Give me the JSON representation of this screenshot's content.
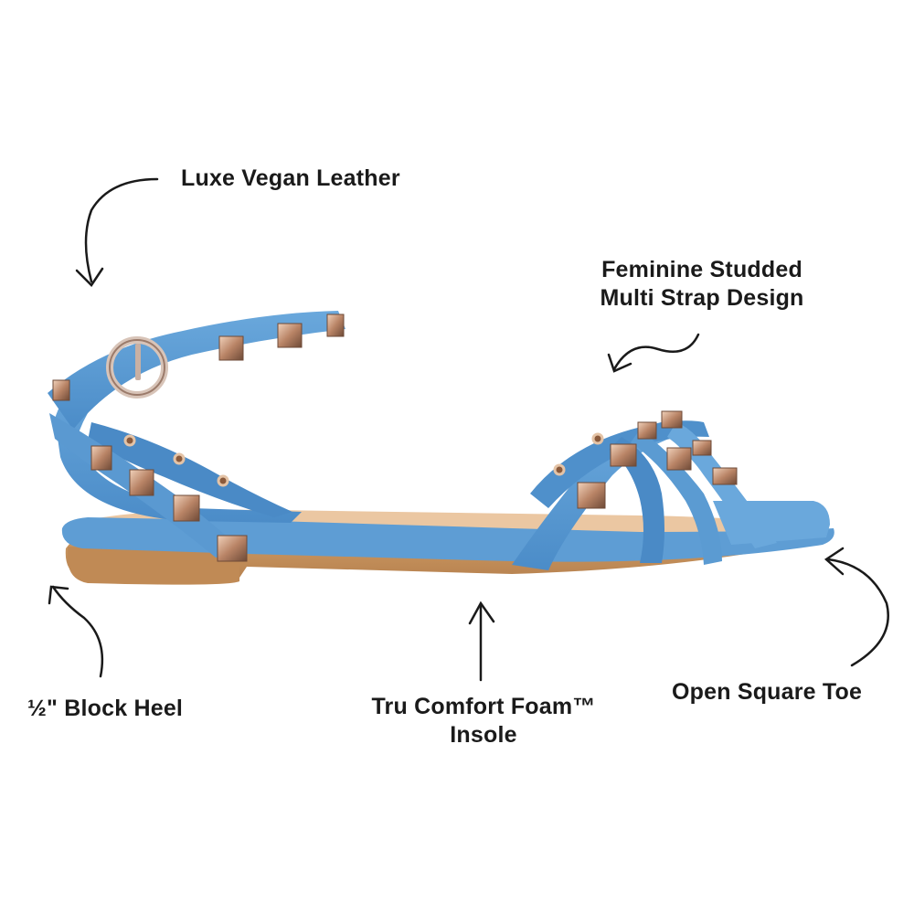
{
  "callouts": {
    "leather": "Luxe Vegan Leather",
    "straps_line1": "Feminine Studded",
    "straps_line2": "Multi Strap Design",
    "heel": "½\" Block Heel",
    "insole_line1": "Tru Comfort Foam™",
    "insole_line2": "Insole",
    "toe": "Open Square Toe"
  },
  "colors": {
    "leather": "#5b9bd2",
    "leather_dark": "#3f7fbc",
    "sole": "#c8945c",
    "footbed": "#ecc9a5",
    "stud": "#b98466",
    "text": "#1a1a1a"
  }
}
